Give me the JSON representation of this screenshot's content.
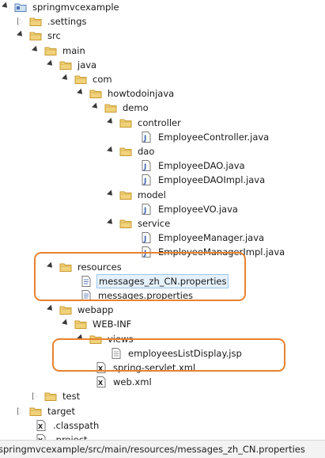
{
  "tree": [
    {
      "label": "springmvcexample",
      "depth": 0,
      "toggle": "open",
      "icon": "project-icon",
      "name": "tree-item-springmvcexample"
    },
    {
      "label": ".settings",
      "depth": 1,
      "toggle": "closed",
      "icon": "folder-icon",
      "name": "tree-item-settings"
    },
    {
      "label": "src",
      "depth": 1,
      "toggle": "open",
      "icon": "folder-icon",
      "name": "tree-item-src"
    },
    {
      "label": "main",
      "depth": 2,
      "toggle": "open",
      "icon": "folder-icon",
      "name": "tree-item-main"
    },
    {
      "label": "java",
      "depth": 3,
      "toggle": "open",
      "icon": "folder-icon",
      "name": "tree-item-java"
    },
    {
      "label": "com",
      "depth": 4,
      "toggle": "open",
      "icon": "folder-icon",
      "name": "tree-item-com"
    },
    {
      "label": "howtodoinjava",
      "depth": 5,
      "toggle": "open",
      "icon": "folder-icon",
      "name": "tree-item-howtodoinjava"
    },
    {
      "label": "demo",
      "depth": 6,
      "toggle": "open",
      "icon": "folder-icon",
      "name": "tree-item-demo"
    },
    {
      "label": "controller",
      "depth": 7,
      "toggle": "open",
      "icon": "folder-icon",
      "name": "tree-item-controller"
    },
    {
      "label": "EmployeeController.java",
      "depth": 8,
      "toggle": "none",
      "icon": "java-file-icon",
      "name": "tree-item-employeecontroller-java"
    },
    {
      "label": "dao",
      "depth": 7,
      "toggle": "open",
      "icon": "folder-icon",
      "name": "tree-item-dao"
    },
    {
      "label": "EmployeeDAO.java",
      "depth": 8,
      "toggle": "none",
      "icon": "java-file-icon",
      "name": "tree-item-employeedao-java"
    },
    {
      "label": "EmployeeDAOImpl.java",
      "depth": 8,
      "toggle": "none",
      "icon": "java-file-icon",
      "name": "tree-item-employeedaoimpl-java"
    },
    {
      "label": "model",
      "depth": 7,
      "toggle": "open",
      "icon": "folder-icon",
      "name": "tree-item-model"
    },
    {
      "label": "EmployeeVO.java",
      "depth": 8,
      "toggle": "none",
      "icon": "java-file-icon",
      "name": "tree-item-employeevo-java"
    },
    {
      "label": "service",
      "depth": 7,
      "toggle": "open",
      "icon": "folder-icon",
      "name": "tree-item-service"
    },
    {
      "label": "EmployeeManager.java",
      "depth": 8,
      "toggle": "none",
      "icon": "java-file-icon",
      "name": "tree-item-employeemanager-java"
    },
    {
      "label": "EmployeeManagerImpl.java",
      "depth": 8,
      "toggle": "none",
      "icon": "java-file-icon",
      "name": "tree-item-employeemanagerimpl-java"
    },
    {
      "label": "resources",
      "depth": 3,
      "toggle": "open",
      "icon": "folder-icon",
      "name": "tree-item-resources"
    },
    {
      "label": "messages_zh_CN.properties",
      "depth": 4,
      "toggle": "none",
      "icon": "properties-file-icon",
      "name": "tree-item-messages-zh-cn-properties",
      "selected": true
    },
    {
      "label": "messages.properties",
      "depth": 4,
      "toggle": "none",
      "icon": "properties-file-icon",
      "name": "tree-item-messages-properties"
    },
    {
      "label": "webapp",
      "depth": 3,
      "toggle": "open",
      "icon": "folder-icon",
      "name": "tree-item-webapp"
    },
    {
      "label": "WEB-INF",
      "depth": 4,
      "toggle": "open",
      "icon": "folder-icon",
      "name": "tree-item-web-inf"
    },
    {
      "label": "views",
      "depth": 5,
      "toggle": "open",
      "icon": "folder-icon",
      "name": "tree-item-views"
    },
    {
      "label": "employeesListDisplay.jsp",
      "depth": 6,
      "toggle": "none",
      "icon": "jsp-file-icon",
      "name": "tree-item-employeeslistdisplay-jsp"
    },
    {
      "label": "spring-servlet.xml",
      "depth": 5,
      "toggle": "none",
      "icon": "xml-file-icon",
      "name": "tree-item-spring-servlet-xml"
    },
    {
      "label": "web.xml",
      "depth": 5,
      "toggle": "none",
      "icon": "xml-file-icon",
      "name": "tree-item-web-xml"
    },
    {
      "label": "test",
      "depth": 2,
      "toggle": "closed",
      "icon": "folder-icon",
      "name": "tree-item-test"
    },
    {
      "label": "target",
      "depth": 1,
      "toggle": "closed",
      "icon": "folder-icon",
      "name": "tree-item-target"
    },
    {
      "label": ".classpath",
      "depth": 1,
      "toggle": "none",
      "icon": "xml-file-icon",
      "name": "tree-item-classpath"
    },
    {
      "label": ".project",
      "depth": 1,
      "toggle": "none",
      "icon": "xml-file-icon",
      "name": "tree-item-project"
    }
  ],
  "status_bar": {
    "path": "springmvcexample/src/main/resources/messages_zh_CN.properties"
  },
  "colors": {
    "highlight": "#e8822f",
    "selection_bg": "#e5f1fb",
    "selection_border": "#99c8f0",
    "folder": "#e8c46a"
  }
}
